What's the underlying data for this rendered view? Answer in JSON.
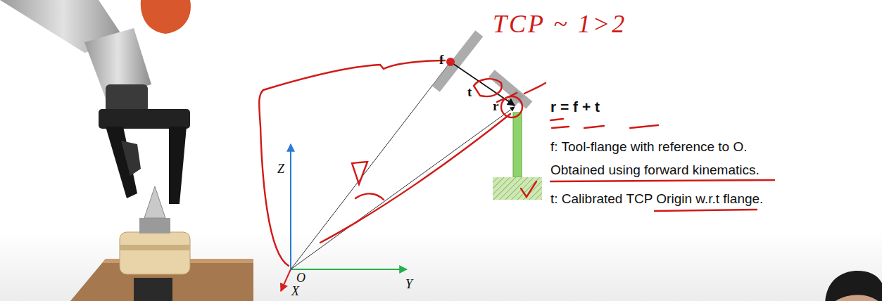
{
  "diagram": {
    "labels": [
      "TCP ~ 1>2",
      "f",
      "t",
      "r",
      "Z",
      "Y",
      "X",
      "O",
      "r = f + t",
      "f: Tool-flange with reference to O.",
      "Obtained using forward kinematics.",
      "t: Calibrated TCP Origin w.r.t flange."
    ]
  }
}
